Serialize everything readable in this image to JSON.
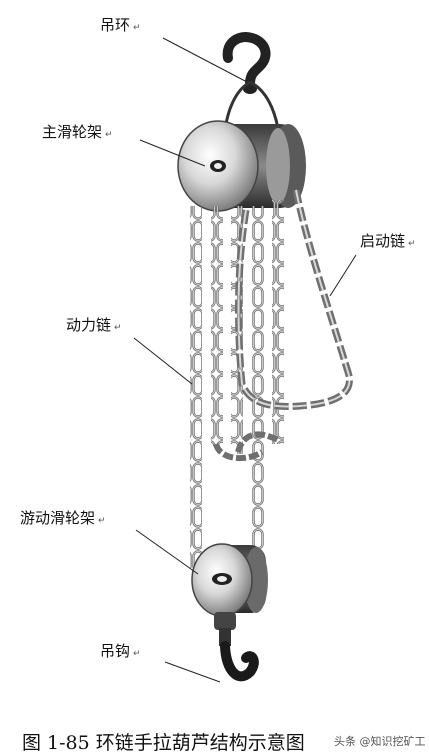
{
  "labels": {
    "hanging_ring": "吊环",
    "main_pulley_frame": "主滑轮架",
    "start_chain": "启动链",
    "power_chain": "动力链",
    "moving_pulley_frame": "游动滑轮架",
    "hook": "吊钩"
  },
  "paragraph_mark": "↵",
  "caption": "图 1-85  环链手拉葫芦结构示意图",
  "watermark": "头条 @知识挖矿工"
}
